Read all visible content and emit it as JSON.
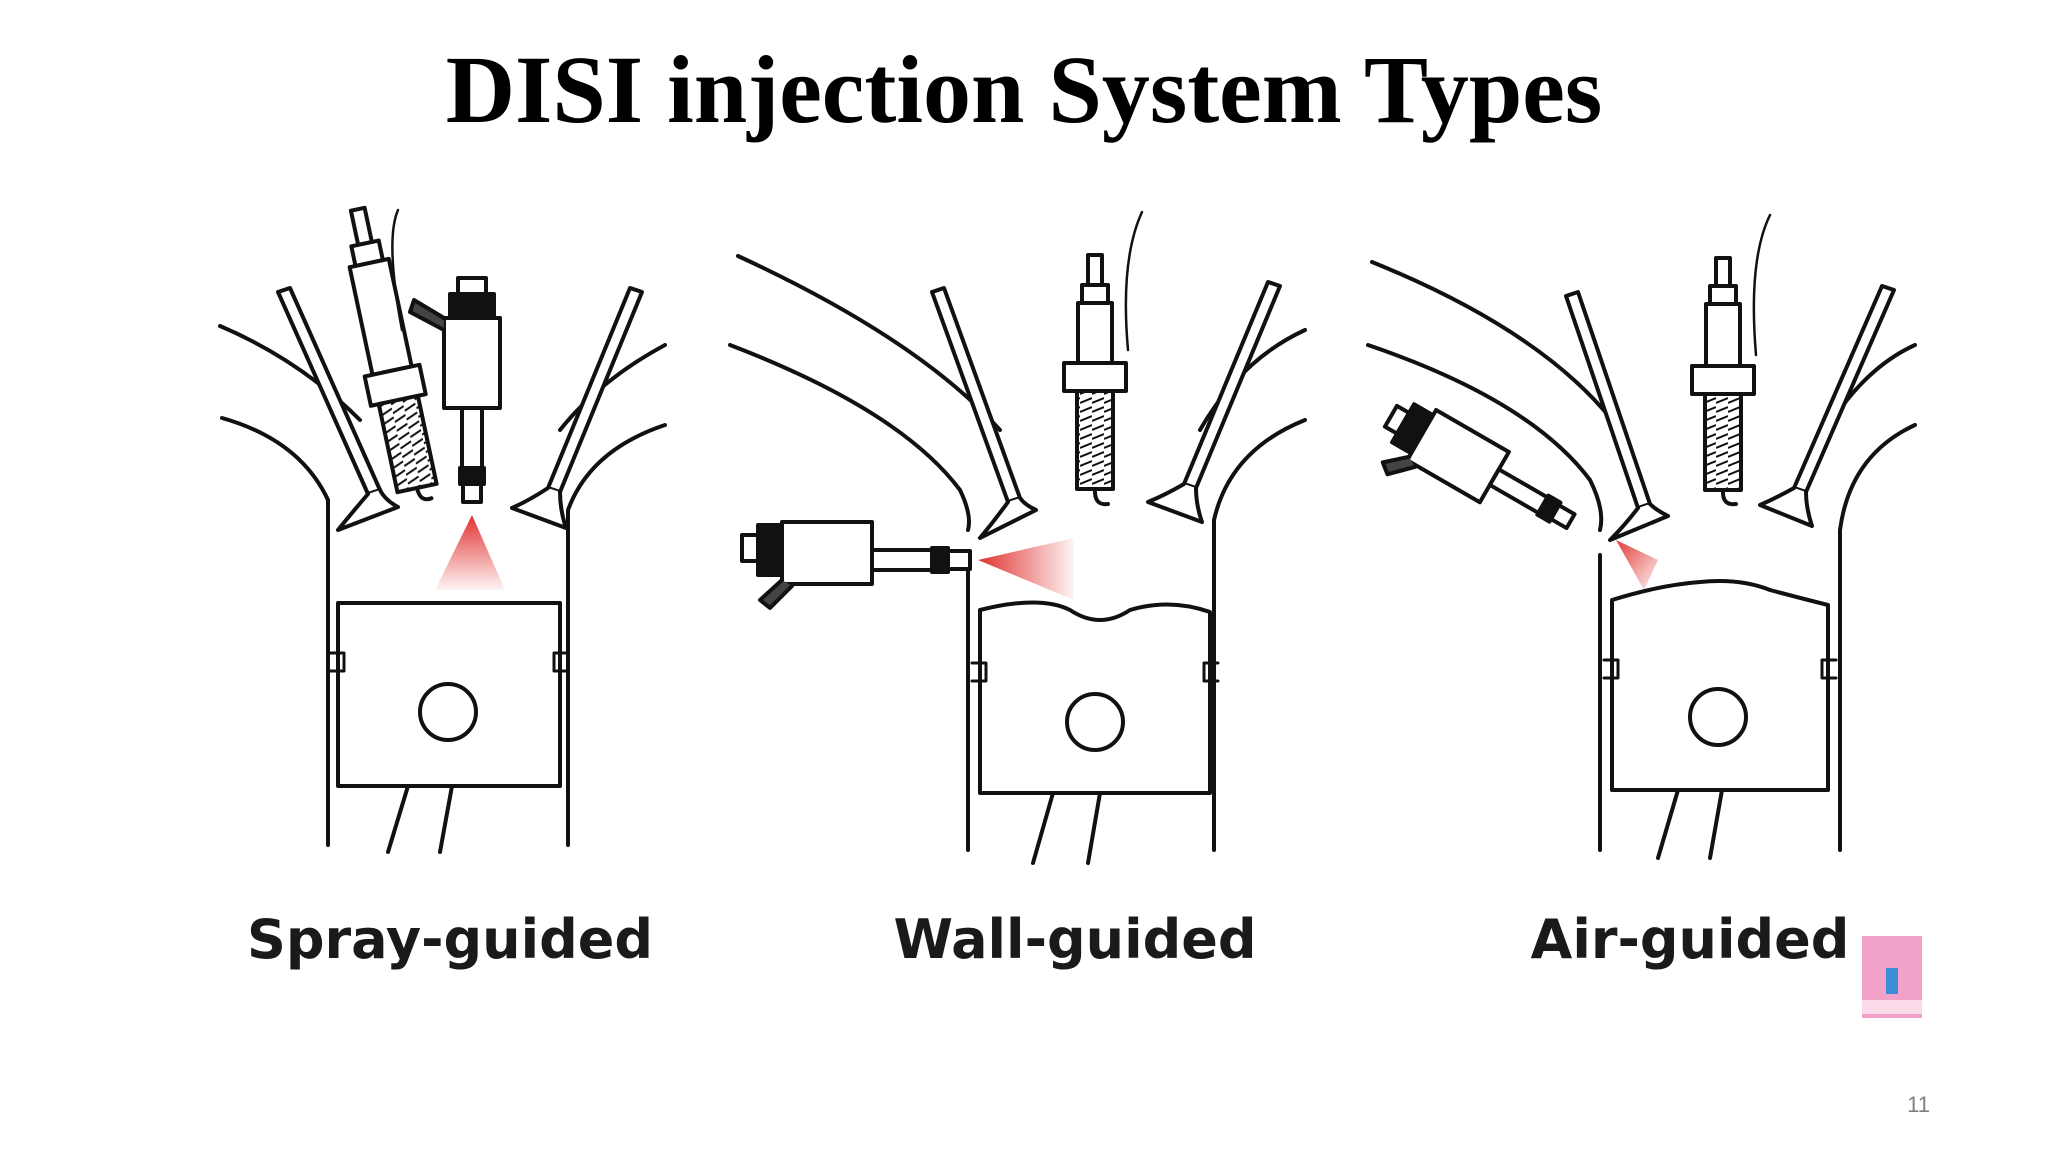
{
  "slide": {
    "title": "DISI injection System Types",
    "page_number": "11"
  },
  "diagrams": [
    {
      "caption": "Spray-guided"
    },
    {
      "caption": "Wall-guided"
    },
    {
      "caption": "Air-guided"
    }
  ],
  "colors": {
    "outline": "#111111",
    "spray": "#e0322f",
    "artifact": "#f2a2c9"
  }
}
